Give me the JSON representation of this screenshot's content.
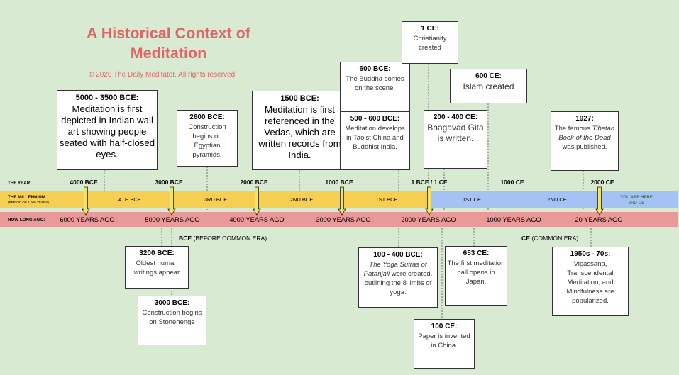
{
  "title": "A Historical Context of Meditation",
  "copyright": "© 2020 The Daily Meditator. All rights reserved.",
  "row_labels": {
    "year": "THE YEAR:",
    "millennium": "THE MILLENNIUM",
    "millennium_note": "(PERIOD OF 1,000 YEARS)",
    "ago": "HOW LONG AGO:"
  },
  "years": [
    "4000 BCE",
    "3000 BCE",
    "2000 BCE",
    "1000 BCE",
    "1 BCE / 1 CE",
    "1000 CE",
    "2000 CE"
  ],
  "millennia": [
    "4TH BCE",
    "3RD BCE",
    "2ND BCE",
    "1ST BCE",
    "1ST CE",
    "2ND CE"
  ],
  "you_are_here": "YOU ARE HERE",
  "current_millennium": "3RD CE",
  "years_ago": [
    "6000 YEARS AGO",
    "5000 YEARS AGO",
    "4000 YEARS AGO",
    "3000 YEARS AGO",
    "2000 YEARS AGO",
    "1000 YEARS AGO",
    "20 YEARS AGO"
  ],
  "eras": {
    "bce_abbr": "BCE",
    "bce_full": "(BEFORE COMMON ERA)",
    "ce_abbr": "CE",
    "ce_full": "(COMMON ERA)"
  },
  "colors": {
    "background": "#d9ead3",
    "title": "#e06666",
    "bce_band": "#f6cf52",
    "ce_band": "#a4c2f4",
    "ago_band": "#ea9999",
    "marker": "#f1e36a"
  },
  "events_above": [
    {
      "date": "5000 - 3500 BCE:",
      "text": "Meditation is first depicted in Indian wall art showing people seated with half-closed eyes."
    },
    {
      "date": "2600 BCE:",
      "text": "Construction begins on Egyptian pyramids."
    },
    {
      "date": "1500 BCE:",
      "text": "Meditation is first referenced in the Vedas, which are written records from India."
    },
    {
      "date": "600 BCE:",
      "text": "The Buddha comes on the scene."
    },
    {
      "date": "500 - 600 BCE:",
      "text": "Meditation develops in Taoist China and Buddhist India."
    },
    {
      "date": "1 CE:",
      "text": "Christianity created"
    },
    {
      "date": "200 - 400 CE:",
      "text": "Bhagavad Gita is written."
    },
    {
      "date": "600 CE:",
      "text": "Islam created"
    },
    {
      "date": "1927:",
      "text_pre": "The famous",
      "text_italic": "Tibetan Book of the Dead",
      "text_post": "was published."
    }
  ],
  "events_below": [
    {
      "date": "3200 BCE:",
      "text": "Oldest human writings appear"
    },
    {
      "date": "3000 BCE:",
      "text": "Construction begins on Stonehenge"
    },
    {
      "date": "100 - 400 BCE:",
      "text_italic": "The Yoga Sutras of Patanjali",
      "text_post": "were created, outlining the 8 limbs of yoga."
    },
    {
      "date": "100 CE:",
      "text": "Paper is invented in China."
    },
    {
      "date": "653 CE:",
      "text": "The first meditation hall opens in Japan."
    },
    {
      "date": "1950s - 70s:",
      "text": "Vipassana, Transcendental Meditation, and Mindfulness are popularized."
    }
  ]
}
